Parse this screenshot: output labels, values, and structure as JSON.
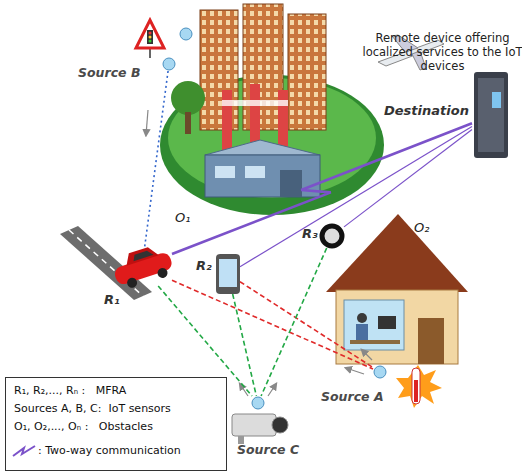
{
  "diagram": {
    "nodes": [
      {
        "text": [
          "Source B"
        ]
      },
      {
        "text": [
          "O₁"
        ]
      },
      {
        "text": [
          "Remote device offering localized services to the IoT devices",
          "Destination"
        ]
      },
      {
        "text": [
          "R₁"
        ]
      },
      {
        "text": [
          "R₂"
        ]
      },
      {
        "text": [
          "R₃"
        ]
      },
      {
        "text": [
          "O₂"
        ]
      },
      {
        "text": [
          "Source A"
        ]
      },
      {
        "text": [
          "Source C"
        ]
      }
    ],
    "edges": [
      {
        "from": 0,
        "to": 3,
        "arrow": "none"
      },
      {
        "from": 3,
        "to": 2,
        "arrow": "none"
      },
      {
        "from": 4,
        "to": 2,
        "arrow": "none"
      },
      {
        "from": 5,
        "to": 2,
        "arrow": "none"
      },
      {
        "from": 3,
        "to": 7,
        "arrow": "none"
      },
      {
        "from": 4,
        "to": 7,
        "arrow": "none"
      },
      {
        "from": 3,
        "to": 8,
        "arrow": "none"
      },
      {
        "from": 4,
        "to": 8,
        "arrow": "none"
      },
      {
        "from": 5,
        "to": 8,
        "arrow": "none"
      }
    ],
    "legend": [
      {
        "text": "R₁, R₂,..., Rₙ :   MFRA"
      },
      {
        "text": "Sources A, B, C:  IoT sensors"
      },
      {
        "text": "O₁, O₂,..., Oₙ :   Obstacles"
      },
      {
        "text": ": Two-way communication"
      }
    ]
  }
}
